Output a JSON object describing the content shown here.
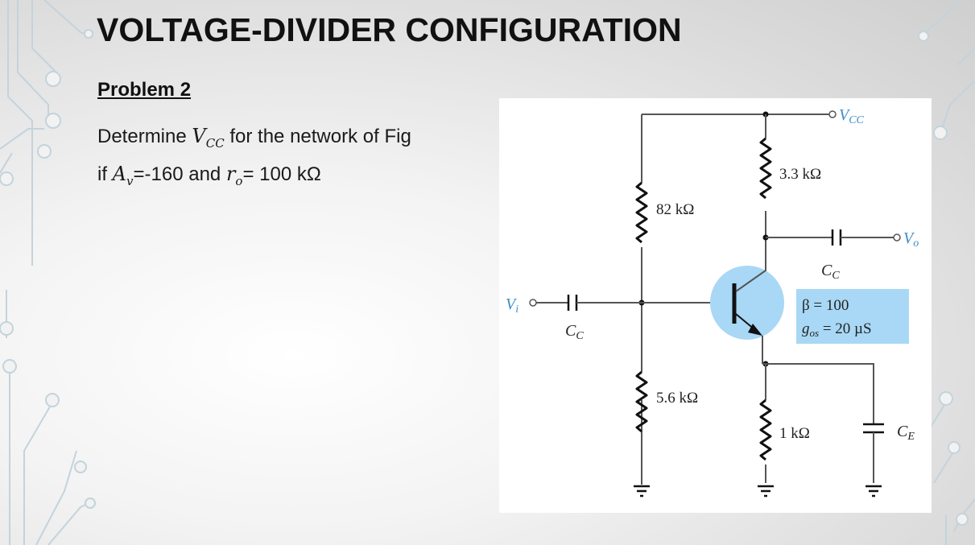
{
  "slide": {
    "title": "VOLTAGE-DIVIDER CONFIGURATION",
    "problem_label": "Problem 2",
    "line1_prefix": "Determine ",
    "line1_var": "V",
    "line1_sub": "CC",
    "line1_suffix": " for the network of Fig",
    "line2_prefix": "if ",
    "line2_var1": "A",
    "line2_sub1": "v",
    "line2_mid": "=-160 and ",
    "line2_var2": "r",
    "line2_sub2": "o",
    "line2_suffix": "= 100 kΩ"
  },
  "circuit": {
    "vcc_label": "V",
    "vcc_sub": "CC",
    "r_top_left": "82 kΩ",
    "r_bottom_left": "5.6 kΩ",
    "r_collector": "3.3 kΩ",
    "r_emitter": "1 kΩ",
    "vo_label": "V",
    "vo_sub": "o",
    "vi_label": "V",
    "vi_sub": "i",
    "cc_label": "C",
    "cc_sub": "C",
    "ce_label": "C",
    "ce_sub": "E",
    "beta": "β = 100",
    "gos_var": "g",
    "gos_sub": "os",
    "gos_val": " = 20 µS"
  },
  "colors": {
    "transistor_fill": "#a8d8f5",
    "param_box_fill": "#a8d8f5",
    "label_blue": "#3d8ec9",
    "decoration_lines": "#c9dde8"
  }
}
